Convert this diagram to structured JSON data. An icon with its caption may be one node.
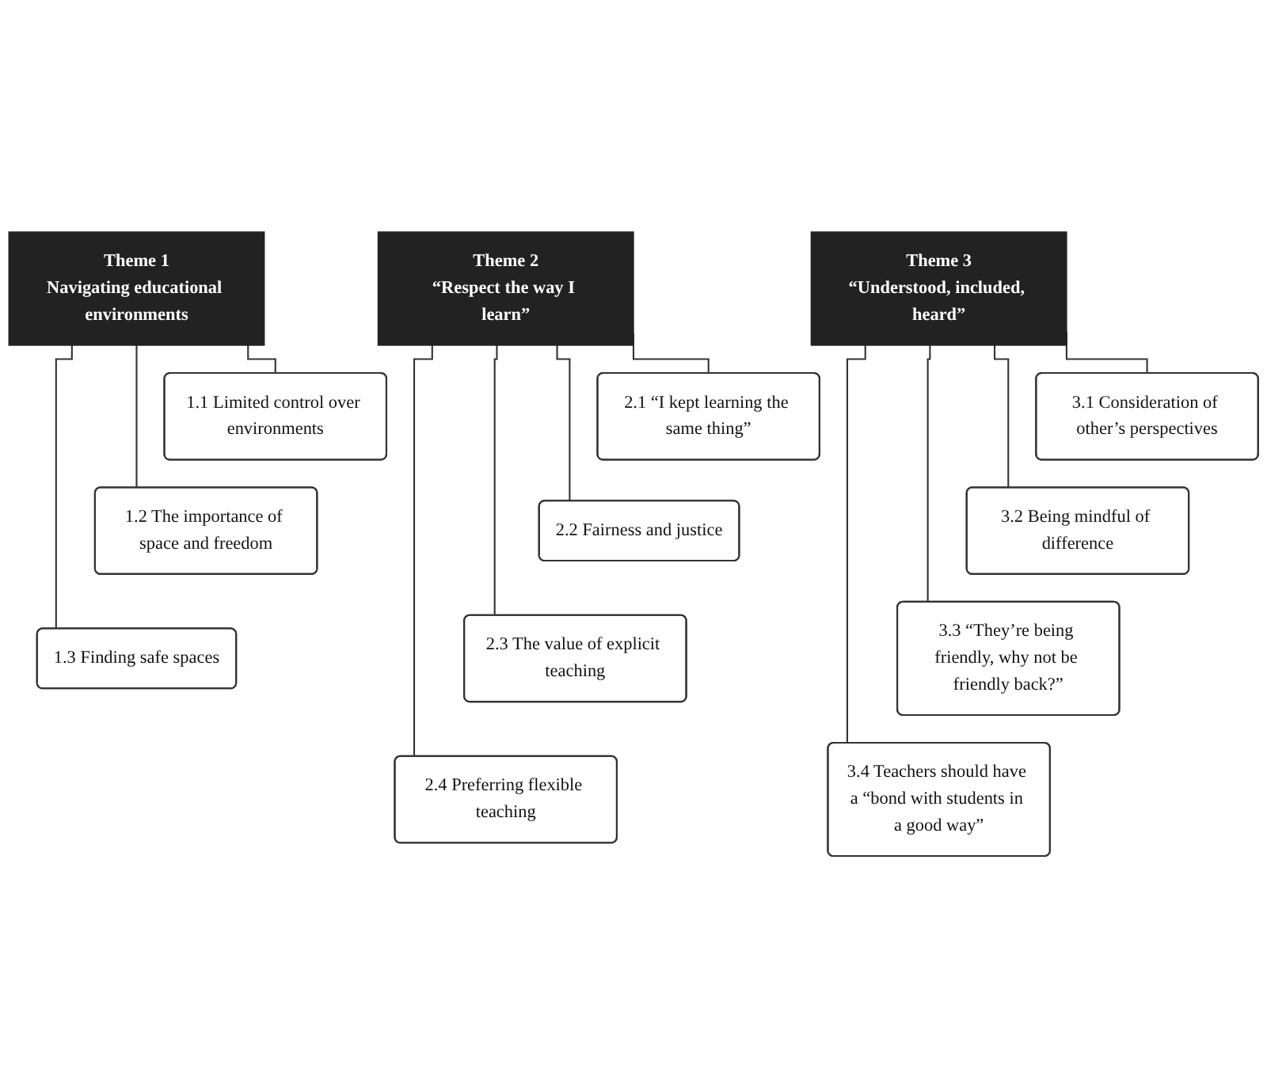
{
  "diagram": {
    "nodes": [
      {
        "text": [
          "Theme 1",
          "Navigating educational environments"
        ]
      },
      {
        "text": [
          "1.1 Limited control over environments"
        ]
      },
      {
        "text": [
          "1.2 The importance of space and freedom"
        ]
      },
      {
        "text": [
          "1.3 Finding safe spaces"
        ]
      },
      {
        "text": [
          "Theme 2",
          "“Respect the way I learn”"
        ]
      },
      {
        "text": [
          "2.1 “I kept learning the same thing”"
        ]
      },
      {
        "text": [
          "2.2 Fairness and justice"
        ]
      },
      {
        "text": [
          "2.3 The value of explicit teaching"
        ]
      },
      {
        "text": [
          "2.4 Preferring flexible teaching"
        ]
      },
      {
        "text": [
          "Theme 3",
          "“Understood, included, heard”"
        ]
      },
      {
        "text": [
          "3.1 Consideration of other’s perspectives"
        ]
      },
      {
        "text": [
          "3.2 Being mindful of difference"
        ]
      },
      {
        "text": [
          "3.3 “They’re being friendly, why not be friendly back?”"
        ]
      },
      {
        "text": [
          "3.4 Teachers should have a “bond with students in a good way”"
        ]
      }
    ],
    "edges": [
      {
        "from": 0,
        "to": 1,
        "arrow": "none"
      },
      {
        "from": 0,
        "to": 2,
        "arrow": "none"
      },
      {
        "from": 0,
        "to": 3,
        "arrow": "none"
      },
      {
        "from": 4,
        "to": 5,
        "arrow": "none"
      },
      {
        "from": 4,
        "to": 6,
        "arrow": "none"
      },
      {
        "from": 4,
        "to": 7,
        "arrow": "none"
      },
      {
        "from": 4,
        "to": 8,
        "arrow": "none"
      },
      {
        "from": 9,
        "to": 10,
        "arrow": "none"
      },
      {
        "from": 9,
        "to": 11,
        "arrow": "none"
      },
      {
        "from": 9,
        "to": 12,
        "arrow": "none"
      },
      {
        "from": 9,
        "to": 13,
        "arrow": "none"
      }
    ]
  }
}
